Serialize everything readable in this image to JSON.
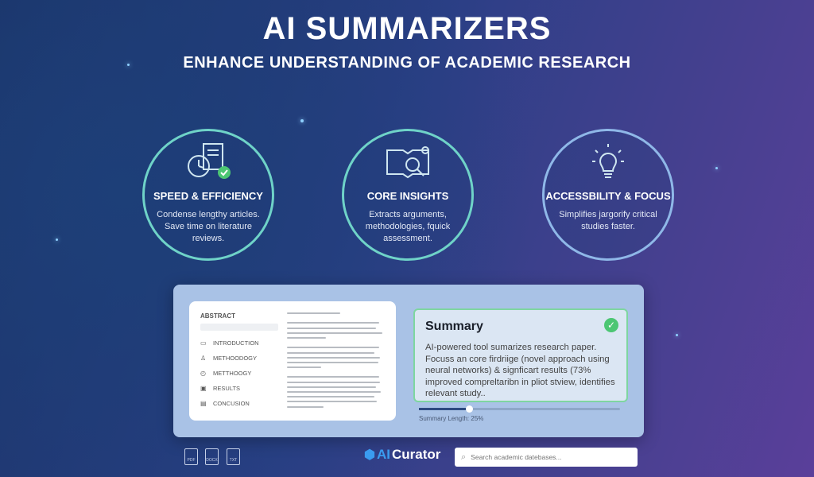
{
  "header": {
    "title": "AI SUMMARIZERS",
    "subtitle": "ENHANCE UNDERSTANDING OF ACADEMIC RESEARCH"
  },
  "features": [
    {
      "icon": "stopwatch-document-check-icon",
      "title": "SPEED & EFFICIENCY",
      "text": "Condense lengthy articles. Save time on literature reviews."
    },
    {
      "icon": "book-magnifier-gear-icon",
      "title": "CORE INSIGHTS",
      "text": "Extracts arguments, methodologies, fquick assessment."
    },
    {
      "icon": "lightbulb-brain-icon",
      "title": "ACCESSBILITY & FOCUS",
      "text": "Simplifies jargorify critical studies faster."
    }
  ],
  "document": {
    "heading": "ABSTRACT",
    "sections": [
      "INTRODUCTION",
      "METHOODOGY",
      "METTHOOGY",
      "RESULTS",
      "CONCUSION"
    ]
  },
  "summary": {
    "title": "Summary",
    "text": "AI-powered tool sumarizes research paper. Focuss an core firdriige (novel approach using neural networks) & signficart results (73% improved compreltaribn in pliot stview, identifies relevant study..",
    "length_label": "Summary Length: 25%",
    "length_value": 25
  },
  "footer": {
    "file_icons": [
      "PDF",
      "DOCX",
      "TXT"
    ],
    "logo_ai": "AI",
    "logo_rest": "Curator",
    "search_placeholder": "Search academic datebases..."
  },
  "colors": {
    "accent_teal": "#6fd3c8",
    "check_green": "#4cc673",
    "logo_blue": "#3a9cf0"
  }
}
